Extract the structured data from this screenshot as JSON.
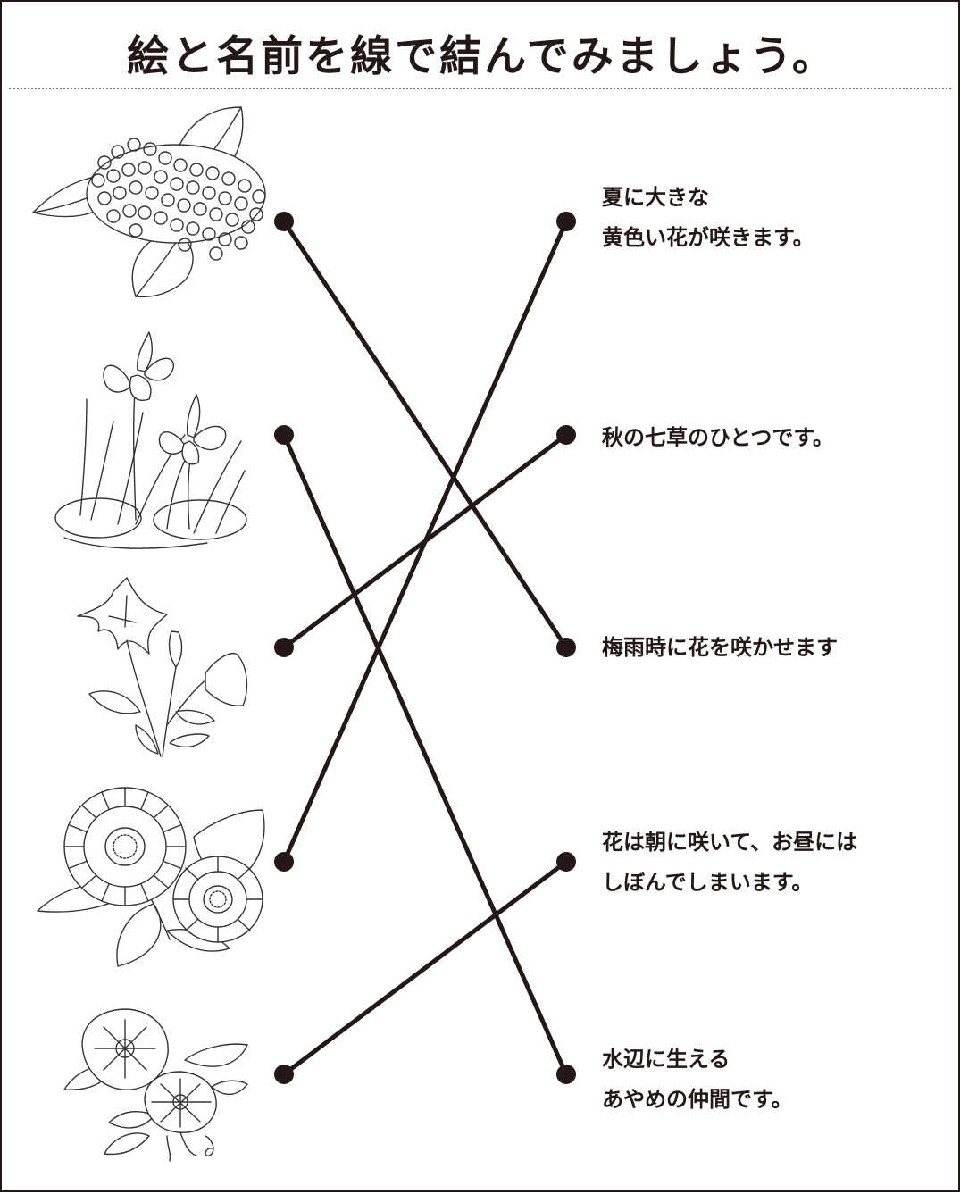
{
  "title": "絵と名前を線で結んでみましょう。",
  "pictures": [
    {
      "name": "hydrangea-picture",
      "icon": "hydrangea-icon"
    },
    {
      "name": "iris-picture",
      "icon": "iris-icon"
    },
    {
      "name": "bellflower-picture",
      "icon": "bellflower-icon"
    },
    {
      "name": "sunflower-picture",
      "icon": "sunflower-icon"
    },
    {
      "name": "morning-glory-picture",
      "icon": "morning-glory-icon"
    }
  ],
  "descriptions": [
    {
      "lines": [
        "夏に大きな",
        "黄色い花が咲きます。"
      ]
    },
    {
      "lines": [
        "秋の七草のひとつです。"
      ]
    },
    {
      "lines": [
        "梅雨時に花を咲かせます"
      ]
    },
    {
      "lines": [
        "花は朝に咲いて、お昼には",
        "しぼんでしまいます。"
      ]
    },
    {
      "lines": [
        "水辺に生える",
        "あやめの仲間です。"
      ]
    }
  ],
  "connections": [
    {
      "picture": 0,
      "description": 2
    },
    {
      "picture": 1,
      "description": 4
    },
    {
      "picture": 2,
      "description": 1
    },
    {
      "picture": 3,
      "description": 0
    },
    {
      "picture": 4,
      "description": 3
    }
  ],
  "colors": {
    "ink": "#231815",
    "border": "#231815",
    "divider": "#6b6b6b"
  }
}
